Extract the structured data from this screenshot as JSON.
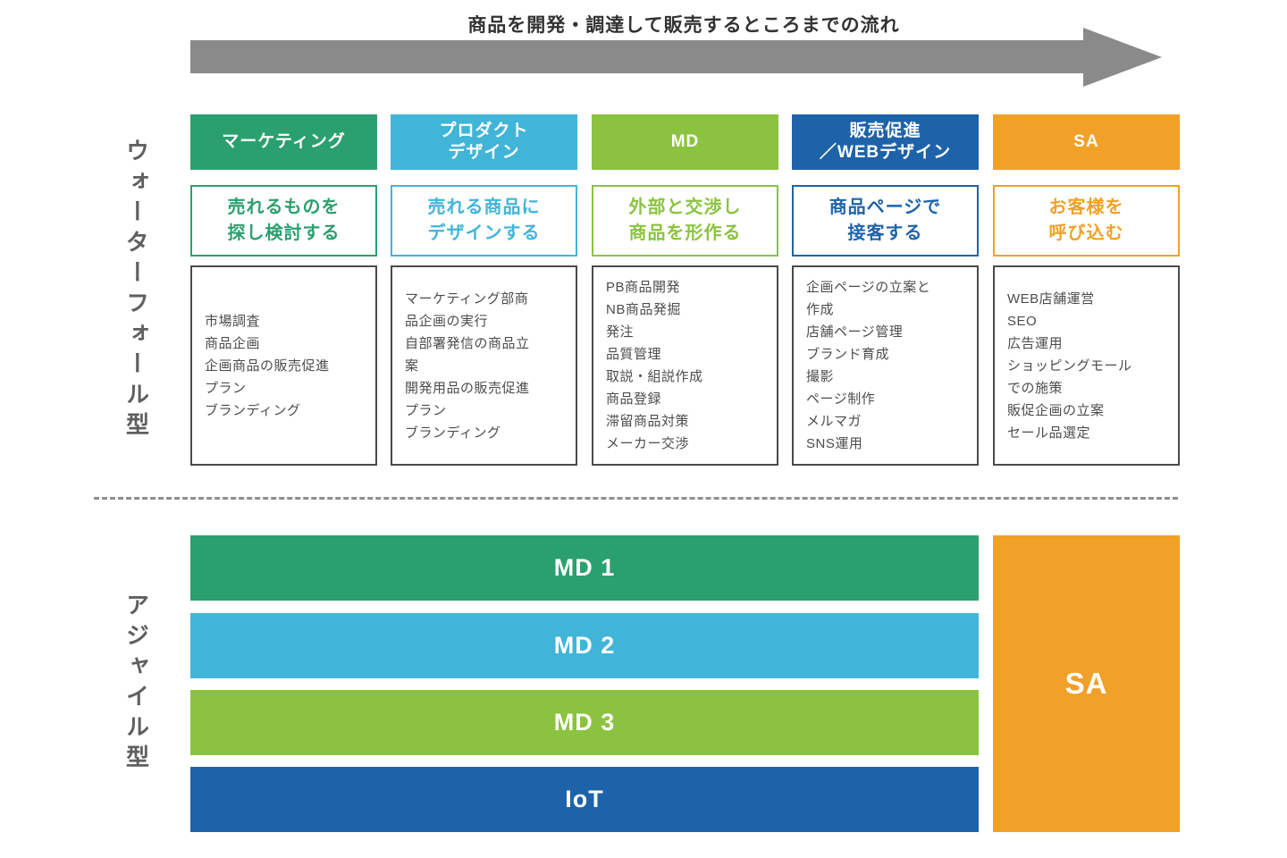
{
  "flow": {
    "title": "商品を開発・調達して販売するところまでの流れ",
    "arrow_color": "#8a8a8a"
  },
  "waterfall": {
    "side_label": "ウォーターフォール型",
    "columns": [
      {
        "id": "marketing",
        "header": "マーケティング",
        "color": "#2ba06f",
        "goal_lines": [
          "売れるものを",
          "探し検討する"
        ],
        "task_lines": [
          "市場調査",
          "商品企画",
          "企画商品の販売促進",
          "プラン",
          "ブランディング"
        ]
      },
      {
        "id": "product-design",
        "header": [
          "プロダクト",
          "デザイン"
        ],
        "color": "#41b5d8",
        "goal_lines": [
          "売れる商品に",
          "デザインする"
        ],
        "task_lines": [
          "マーケティング部商",
          "品企画の実行",
          "自部署発信の商品立",
          "案",
          "開発用品の販売促進",
          "プラン",
          "ブランディング"
        ]
      },
      {
        "id": "md",
        "header": "MD",
        "color": "#8bc340",
        "goal_lines": [
          "外部と交渉し",
          "商品を形作る"
        ],
        "task_lines": [
          "PB商品開発",
          "NB商品発掘",
          "発注",
          "品質管理",
          "取説・組説作成",
          "商品登録",
          "滞留商品対策",
          "メーカー交渉"
        ]
      },
      {
        "id": "sales-promotion-web-design",
        "header": [
          "販売促進",
          "／WEBデザイン"
        ],
        "color": "#1e63a9",
        "goal_lines": [
          "商品ページで",
          "接客する"
        ],
        "task_lines": [
          "企画ページの立案と",
          "作成",
          "店舗ページ管理",
          "ブランド育成",
          "撮影",
          "ページ制作",
          "メルマガ",
          "SNS運用"
        ]
      },
      {
        "id": "sa",
        "header": "SA",
        "color": "#f1a128",
        "goal_lines": [
          "お客様を",
          "呼び込む"
        ],
        "task_lines": [
          "WEB店舗運営",
          "SEO",
          "広告運用",
          "ショッピングモール",
          "での施策",
          "販促企画の立案",
          "セール品選定"
        ]
      }
    ]
  },
  "agile": {
    "side_label": "アジャイル型",
    "bars": [
      {
        "label": "MD 1",
        "color": "#2ba06f"
      },
      {
        "label": "MD 2",
        "color": "#41b5d8"
      },
      {
        "label": "MD 3",
        "color": "#8bc340"
      },
      {
        "label": "IoT",
        "color": "#1e63a9"
      }
    ],
    "sa": {
      "label": "SA",
      "color": "#f1a128"
    }
  },
  "palette": {
    "divider_dashed": "#8e8e8e",
    "side_label_text": "#5f5f5f",
    "task_text": "#4c4c4c",
    "task_border": "#4a4a4a",
    "title_text": "#323232"
  }
}
